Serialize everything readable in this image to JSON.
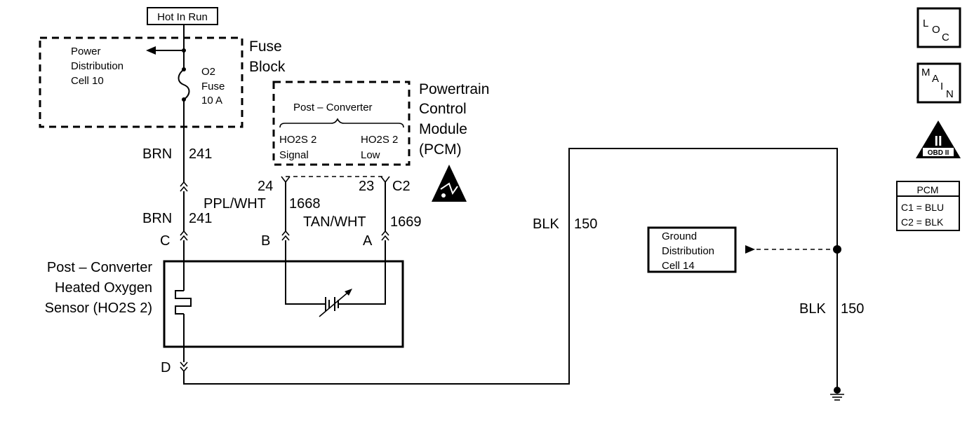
{
  "power_source": {
    "label": "Hot In Run"
  },
  "fuse_block": {
    "title_line1": "Fuse",
    "title_line2": "Block",
    "power_distribution": [
      "Power",
      "Distribution",
      "Cell 10"
    ],
    "fuse": [
      "O2",
      "Fuse",
      "10 A"
    ]
  },
  "pcm": {
    "title": [
      "Powertrain",
      "Control",
      "Module",
      "(PCM)"
    ],
    "subsystem": "Post – Converter",
    "signal_label": [
      "HO2S 2",
      "Signal"
    ],
    "low_label": [
      "HO2S 2",
      "Low"
    ],
    "pin_signal": "24",
    "pin_low": "23",
    "connector": "C2"
  },
  "wires": {
    "brn_upper": {
      "color": "BRN",
      "circuit": "241"
    },
    "brn_lower": {
      "color": "BRN",
      "circuit": "241"
    },
    "ppl_wht": {
      "color": "PPL/WHT",
      "circuit": "1668"
    },
    "tan_wht": {
      "color": "TAN/WHT",
      "circuit": "1669"
    },
    "blk_left": {
      "color": "BLK",
      "circuit": "150"
    },
    "blk_right": {
      "color": "BLK",
      "circuit": "150"
    }
  },
  "sensor": {
    "name": [
      "Post – Converter",
      "Heated Oxygen",
      "Sensor (HO2S 2)"
    ],
    "pin_c": "C",
    "pin_b": "B",
    "pin_a": "A",
    "pin_d": "D"
  },
  "ground": {
    "label": [
      "Ground",
      "Distribution",
      "Cell 14"
    ]
  },
  "legend": {
    "loc": [
      "L",
      "O",
      "C"
    ],
    "main": [
      "M",
      "A",
      "I",
      "N"
    ],
    "obd": {
      "roman": "II",
      "text": "OBD II"
    },
    "pcm_table": {
      "header": "PCM",
      "rows": [
        "C1 = BLU",
        "C2 = BLK"
      ]
    }
  }
}
